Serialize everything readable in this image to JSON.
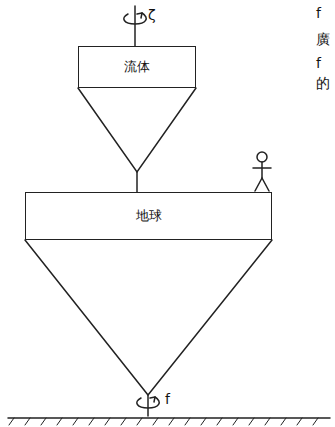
{
  "diagram": {
    "nodes": [
      {
        "text": [
          "流体"
        ]
      },
      {
        "text": [
          "地球"
        ]
      }
    ],
    "labels": [
      "f",
      "ζ",
      "廣",
      "f",
      "的",
      "f"
    ]
  }
}
